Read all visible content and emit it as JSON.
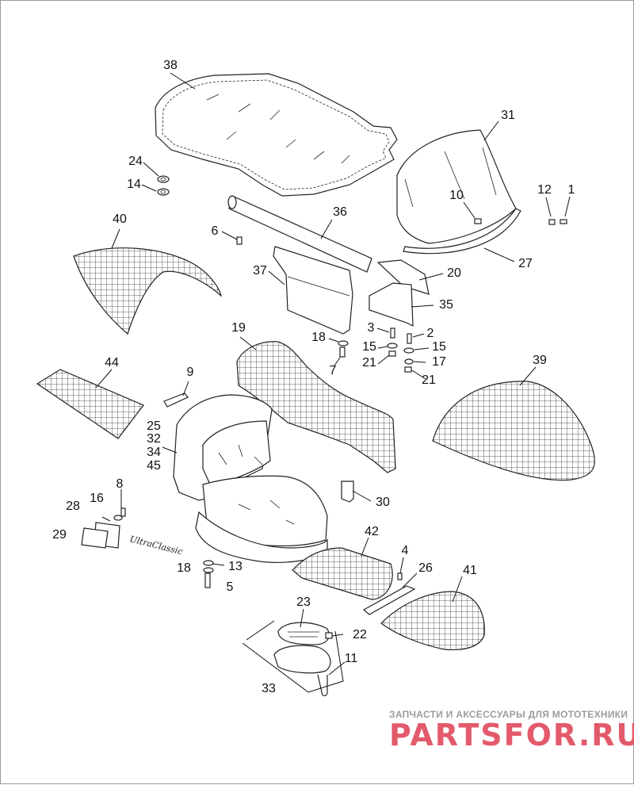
{
  "callouts": [
    {
      "id": "c38",
      "text": "38"
    },
    {
      "id": "c31",
      "text": "31"
    },
    {
      "id": "c24",
      "text": "24"
    },
    {
      "id": "c14",
      "text": "14"
    },
    {
      "id": "c10",
      "text": "10"
    },
    {
      "id": "c12",
      "text": "12"
    },
    {
      "id": "c1",
      "text": "1"
    },
    {
      "id": "c40",
      "text": "40"
    },
    {
      "id": "c36",
      "text": "36"
    },
    {
      "id": "c6",
      "text": "6"
    },
    {
      "id": "c27",
      "text": "27"
    },
    {
      "id": "c37",
      "text": "37"
    },
    {
      "id": "c20",
      "text": "20"
    },
    {
      "id": "c35",
      "text": "35"
    },
    {
      "id": "c19",
      "text": "19"
    },
    {
      "id": "c3",
      "text": "3"
    },
    {
      "id": "c2",
      "text": "2"
    },
    {
      "id": "c18a",
      "text": "18"
    },
    {
      "id": "c15a",
      "text": "15"
    },
    {
      "id": "c15b",
      "text": "15"
    },
    {
      "id": "c21a",
      "text": "21"
    },
    {
      "id": "c17",
      "text": "17"
    },
    {
      "id": "c7",
      "text": "7"
    },
    {
      "id": "c21b",
      "text": "21"
    },
    {
      "id": "c44",
      "text": "44"
    },
    {
      "id": "c9",
      "text": "9"
    },
    {
      "id": "c39",
      "text": "39"
    },
    {
      "id": "c25",
      "text": "25"
    },
    {
      "id": "c32",
      "text": "32"
    },
    {
      "id": "c34",
      "text": "34"
    },
    {
      "id": "c45",
      "text": "45"
    },
    {
      "id": "c8",
      "text": "8"
    },
    {
      "id": "c16",
      "text": "16"
    },
    {
      "id": "c30",
      "text": "30"
    },
    {
      "id": "c28",
      "text": "28"
    },
    {
      "id": "c29",
      "text": "29"
    },
    {
      "id": "c42",
      "text": "42"
    },
    {
      "id": "c4",
      "text": "4"
    },
    {
      "id": "c26",
      "text": "26"
    },
    {
      "id": "c41",
      "text": "41"
    },
    {
      "id": "c18b",
      "text": "18"
    },
    {
      "id": "c13",
      "text": "13"
    },
    {
      "id": "c5",
      "text": "5"
    },
    {
      "id": "c23",
      "text": "23"
    },
    {
      "id": "c22",
      "text": "22"
    },
    {
      "id": "c11",
      "text": "11"
    },
    {
      "id": "c33",
      "text": "33"
    }
  ],
  "badge_script": "UltraClassic",
  "watermark": {
    "line1": "ЗАПЧАСТИ И АКСЕССУАРЫ ДЛЯ МОТОТЕХНИКИ",
    "line2": "PARTSFOR.RU"
  },
  "colors": {
    "line": "#111111",
    "watermark_gray": "#9c9c9c",
    "watermark_red": "#e35a6b"
  }
}
